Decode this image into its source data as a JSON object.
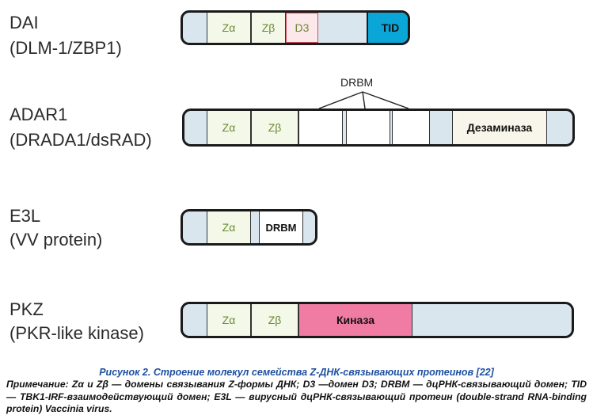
{
  "proteins": [
    {
      "name": "DAI",
      "alias": "(DLM-1/ZBP1)",
      "domains": [
        {
          "label": "Zα"
        },
        {
          "label": "Zβ"
        },
        {
          "label": "D3"
        },
        {
          "label": "TID"
        }
      ]
    },
    {
      "name": "ADAR1",
      "alias": "(DRADA1/dsRAD)",
      "group_label": "DRBM",
      "domains": [
        {
          "label": "Zα"
        },
        {
          "label": "Zβ"
        },
        {
          "label": ""
        },
        {
          "label": ""
        },
        {
          "label": ""
        },
        {
          "label": "Дезаминаза"
        }
      ]
    },
    {
      "name": "E3L",
      "alias": "(VV protein)",
      "domains": [
        {
          "label": "Zα"
        },
        {
          "label": "DRBM"
        }
      ]
    },
    {
      "name": "PKZ",
      "alias": "(PKR-like kinase)",
      "domains": [
        {
          "label": "Zα"
        },
        {
          "label": "Zβ"
        },
        {
          "label": "Киназа"
        }
      ]
    }
  ],
  "colors": {
    "bar_fill": "#d9e6ee",
    "z_domain": "#f4f8e8",
    "z_text": "#6a8a32",
    "d3_border": "#d04a5c",
    "tid": "#0aa6d8",
    "kinase": "#f07ca4",
    "caption_title": "#1c4fa0"
  },
  "caption": {
    "title": "Рисунок 2. Строение молекул семейства Z-ДНК-связывающих протеинов [22]",
    "note": "Примечание: Zα и Zβ — домены связывания Z-формы ДНК; D3 —домен D3; DRBM — дцРНК-связывающий домен; TID — TBK1-IRF-взаимодействующий домен; E3L — вирусный дцРНК-связывающий протеин (double-strand RNA-binding protein) Vaccinia virus."
  }
}
